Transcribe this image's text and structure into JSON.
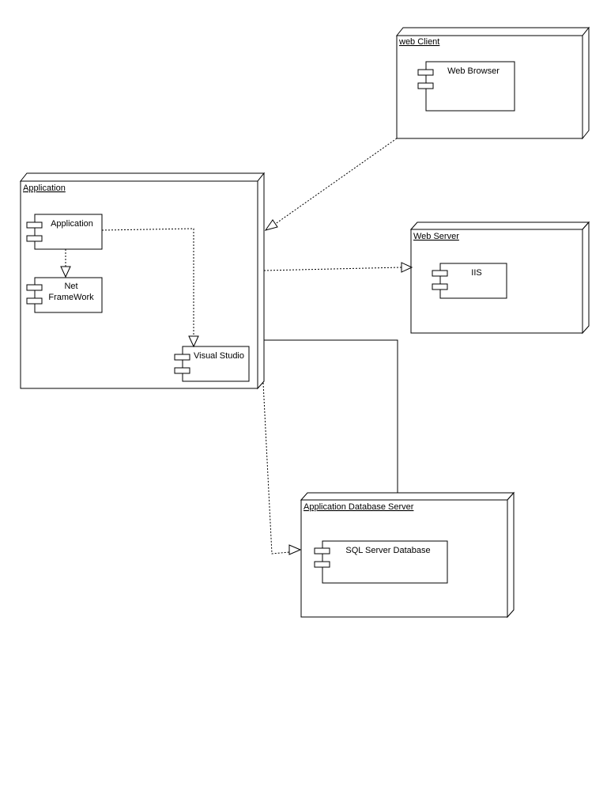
{
  "nodes": {
    "web_client": {
      "title": "web Client",
      "component": "Web Browser"
    },
    "application": {
      "title": "Application",
      "components": {
        "application": "Application",
        "net_framework_line1": "Net",
        "net_framework_line2": "FrameWork",
        "visual_studio": "Visual Studio"
      }
    },
    "web_server": {
      "title": "Web Server",
      "component": "IIS"
    },
    "database_server": {
      "title": "Application  Database Server",
      "component": "SQL Server Database"
    }
  }
}
